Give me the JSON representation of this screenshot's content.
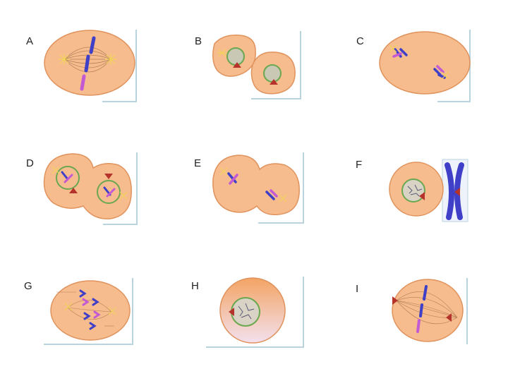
{
  "labels": {
    "a": "A",
    "b": "B",
    "c": "C",
    "d": "D",
    "e": "E",
    "f": "F",
    "g": "G",
    "h": "H",
    "i": "I"
  },
  "colors": {
    "cell_fill": "#f6bc8e",
    "cell_edge": "#e0925c",
    "nucleus_ring": "#6aa84f",
    "nucleus_fill": "#c9c8b4",
    "chromosome_blue": "#3f3fc7",
    "chromosome_pink": "#c35ad3",
    "centromere_red": "#b5332b",
    "aster_yellow": "#f3d35a",
    "spindle_line": "#9a6a44",
    "frame_edge": "#b9d3df"
  }
}
